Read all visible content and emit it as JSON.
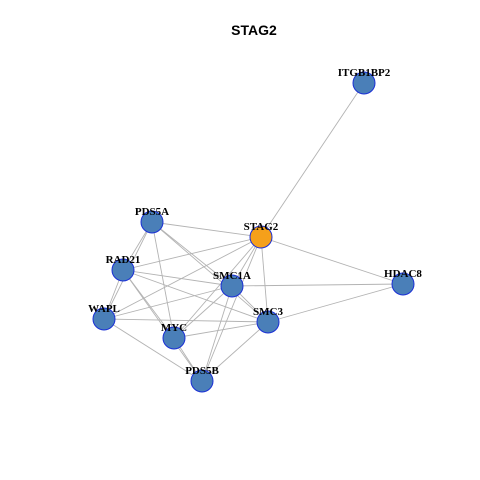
{
  "title": "STAG2",
  "colors": {
    "node_default": "#4a7fb8",
    "node_highlight": "#f5a01a",
    "node_border": "#1a2fd6",
    "edge": "#b3b3b3"
  },
  "nodes": [
    {
      "id": "ITGB1BP2",
      "label": "ITGB1BP2",
      "highlight": false
    },
    {
      "id": "PDS5A",
      "label": "PDS5A",
      "highlight": false
    },
    {
      "id": "STAG2",
      "label": "STAG2",
      "highlight": true
    },
    {
      "id": "RAD21",
      "label": "RAD21",
      "highlight": false
    },
    {
      "id": "HDAC8",
      "label": "HDAC8",
      "highlight": false
    },
    {
      "id": "SMC1A",
      "label": "SMC1A",
      "highlight": false
    },
    {
      "id": "WAPL",
      "label": "WAPL",
      "highlight": false
    },
    {
      "id": "SMC3",
      "label": "SMC3",
      "highlight": false
    },
    {
      "id": "MYC",
      "label": "MYC",
      "highlight": false
    },
    {
      "id": "PDS5B",
      "label": "PDS5B",
      "highlight": false
    }
  ],
  "edges": [
    [
      "STAG2",
      "ITGB1BP2"
    ],
    [
      "STAG2",
      "PDS5A"
    ],
    [
      "STAG2",
      "RAD21"
    ],
    [
      "STAG2",
      "SMC1A"
    ],
    [
      "STAG2",
      "SMC3"
    ],
    [
      "STAG2",
      "HDAC8"
    ],
    [
      "STAG2",
      "WAPL"
    ],
    [
      "STAG2",
      "MYC"
    ],
    [
      "STAG2",
      "PDS5B"
    ],
    [
      "PDS5A",
      "RAD21"
    ],
    [
      "PDS5A",
      "SMC1A"
    ],
    [
      "PDS5A",
      "SMC3"
    ],
    [
      "PDS5A",
      "WAPL"
    ],
    [
      "PDS5A",
      "MYC"
    ],
    [
      "RAD21",
      "SMC1A"
    ],
    [
      "RAD21",
      "SMC3"
    ],
    [
      "RAD21",
      "WAPL"
    ],
    [
      "RAD21",
      "MYC"
    ],
    [
      "RAD21",
      "PDS5B"
    ],
    [
      "SMC1A",
      "SMC3"
    ],
    [
      "SMC1A",
      "WAPL"
    ],
    [
      "SMC1A",
      "MYC"
    ],
    [
      "SMC1A",
      "PDS5B"
    ],
    [
      "SMC1A",
      "HDAC8"
    ],
    [
      "SMC3",
      "HDAC8"
    ],
    [
      "SMC3",
      "WAPL"
    ],
    [
      "SMC3",
      "MYC"
    ],
    [
      "SMC3",
      "PDS5B"
    ],
    [
      "WAPL",
      "PDS5B"
    ],
    [
      "MYC",
      "PDS5B"
    ]
  ]
}
